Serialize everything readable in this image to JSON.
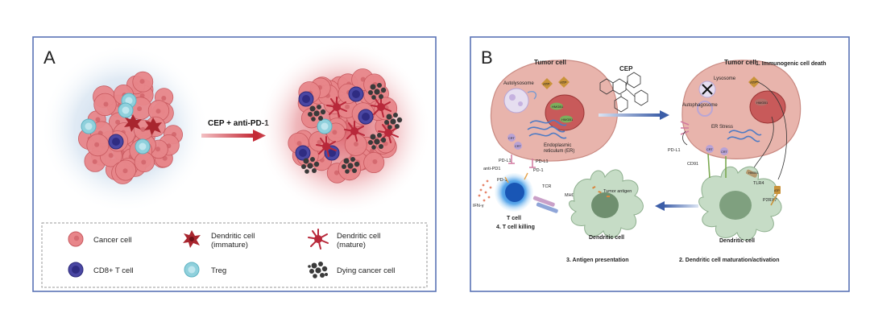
{
  "panel_a": {
    "letter": "A",
    "arrow_label": "CEP + anti-PD-1",
    "legend": [
      {
        "label_lines": [
          "Cancer cell"
        ],
        "icon": "cancer-cell-icon",
        "color": "#e8868a"
      },
      {
        "label_lines": [
          "Dendritic cell",
          "(immature)"
        ],
        "icon": "immature-dendritic-cell-icon",
        "color": "#a8252e"
      },
      {
        "label_lines": [
          "Dendritic cell",
          "(mature)"
        ],
        "icon": "mature-dendritic-cell-icon",
        "color": "#b8283a"
      },
      {
        "label_lines": [
          "CD8+ T cell"
        ],
        "icon": "cd8-t-cell-icon",
        "color": "#4a47a3"
      },
      {
        "label_lines": [
          "Treg"
        ],
        "icon": "treg-icon",
        "color": "#8fd0dc"
      },
      {
        "label_lines": [
          "Dying cancer cell"
        ],
        "icon": "dying-cancer-cell-icon",
        "color": "#3a3a3a"
      }
    ]
  },
  "panel_b": {
    "letter": "B",
    "left_tumor_title": "Tumor cell",
    "right_tumor_title": "Tumor cell",
    "compound_label": "CEP",
    "labels": {
      "autolysosome": "Autolysosome",
      "atp_left_1": "ATP",
      "atp_left_2": "ATP",
      "hmgb1_left_1": "HMGB1",
      "hmgb1_left_2": "HMGB1",
      "crt_left_1": "CRT",
      "crt_left_2": "CRT",
      "er_line1": "Endoplasmic",
      "er_line2": "reticulum (ER)",
      "pdl1_left_a": "PD-L1",
      "pdl1_left_b": "PD-L1",
      "anti_pd1": "anti-PD1",
      "pd1_a": "PD-1",
      "pd1_b": "PD-1",
      "tcr": "TCR",
      "mhc": "MHC",
      "tumor_antigen": "Tumor antigen",
      "ifn": "IFN-γ",
      "t_cell": "T cell",
      "dendritic_left": "Dendritic cell",
      "lysosome": "Lysosome",
      "autophagosome": "Autophagosome",
      "atp_right": "ATP",
      "hmgb1_right": "HMGB1",
      "er_stress": "ER Stress",
      "pdl1_right": "PD-L1",
      "cd91": "CD91",
      "crt_right_1": "CRT",
      "crt_right_2": "CRT",
      "hmgb1_receptor": "HMGB1",
      "tlr4": "TLR4",
      "p2rx7": "P2RX7",
      "atp_receptor": "ATP",
      "dendritic_right": "Dendritic cell"
    },
    "steps": {
      "step1": "1. Immunogenic cell death",
      "step2": "2. Dendritic cell maturation/activation",
      "step3": "3. Antigen presentation",
      "step4": "4. T cell killing"
    }
  }
}
